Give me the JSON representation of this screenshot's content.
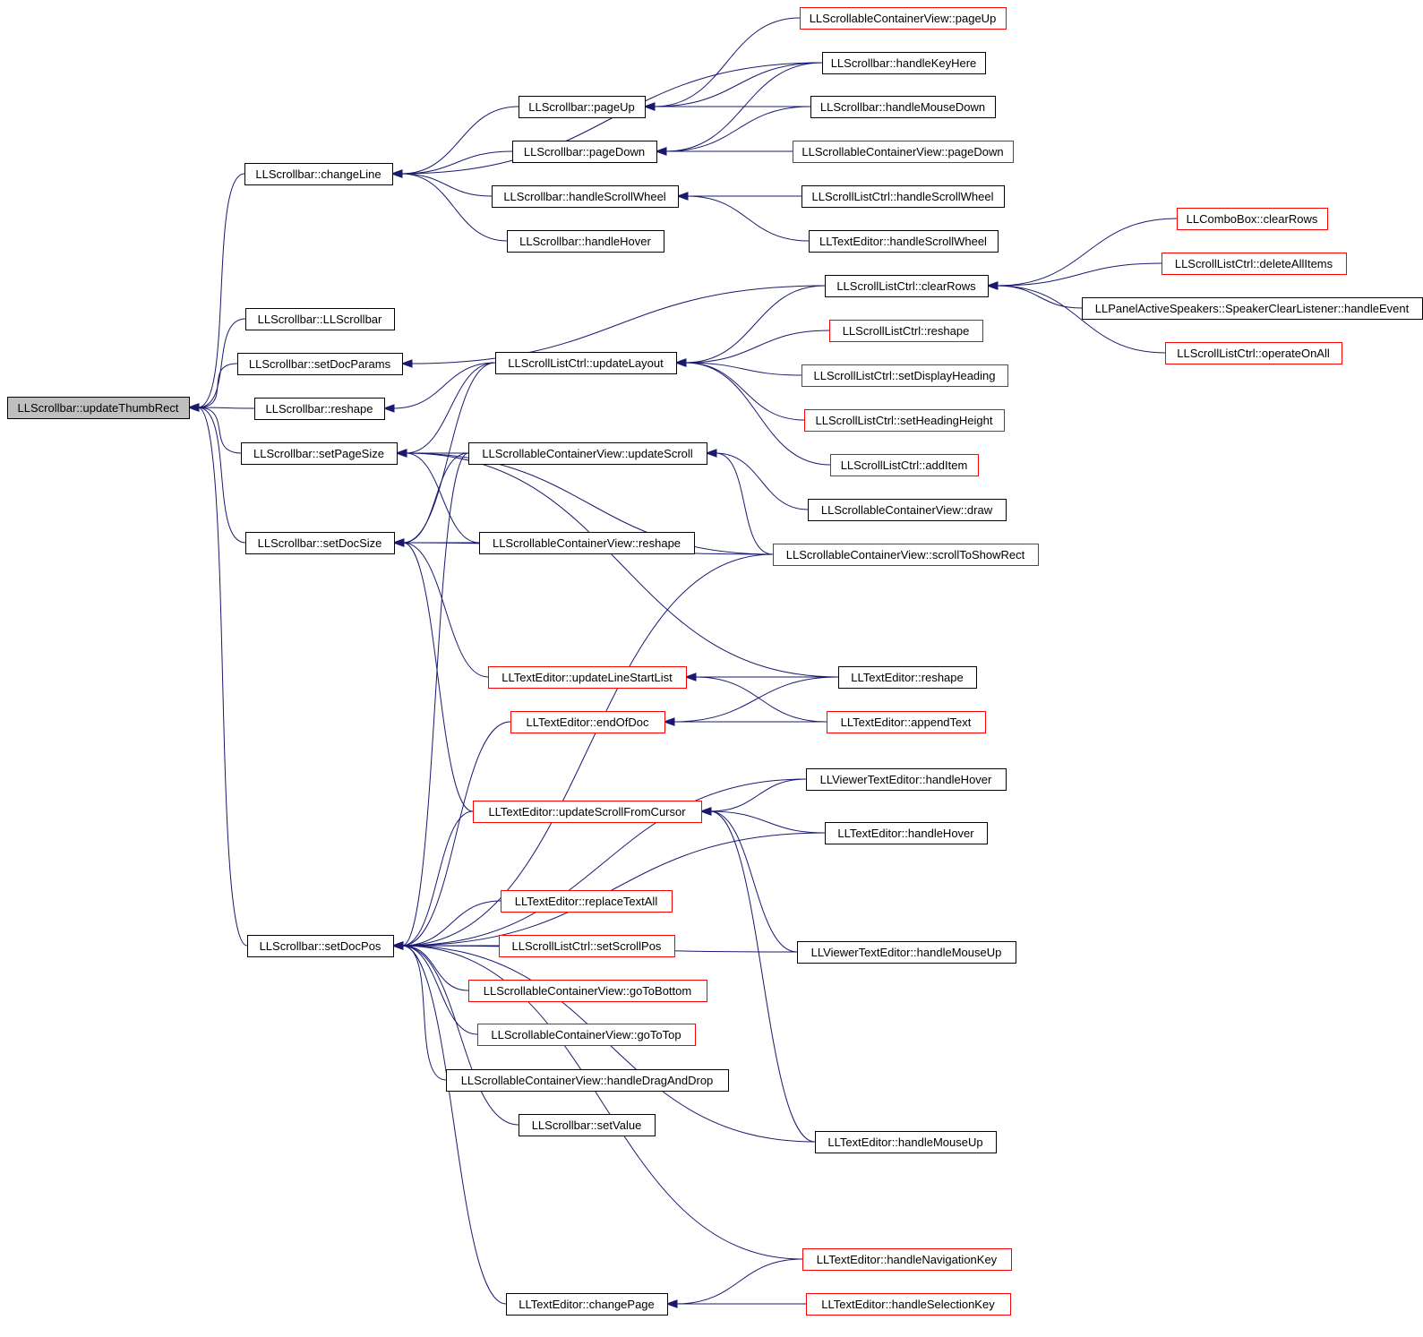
{
  "graph": {
    "colors": {
      "edge": "#191970",
      "border_normal": "#000000",
      "border_truncated": "#ff0000",
      "root_fill": "#bfbfbf",
      "fill": "#ffffff"
    },
    "nodes": [
      {
        "id": "n0",
        "label": "LLScrollbar::updateThumbRect",
        "style": "root"
      },
      {
        "id": "n1",
        "label": "LLScrollbar::changeLine",
        "style": "normal"
      },
      {
        "id": "n2",
        "label": "LLScrollbar::pageUp",
        "style": "normal"
      },
      {
        "id": "n3",
        "label": "LLScrollableContainerView::pageUp",
        "style": "truncated"
      },
      {
        "id": "n4",
        "label": "LLScrollbar::handleKeyHere",
        "style": "normal"
      },
      {
        "id": "n5",
        "label": "LLScrollbar::handleMouseDown",
        "style": "normal"
      },
      {
        "id": "n6",
        "label": "LLScrollbar::pageDown",
        "style": "normal"
      },
      {
        "id": "n7",
        "label": "LLScrollableContainerView::pageDown",
        "style": "truncated"
      },
      {
        "id": "n8",
        "label": "LLScrollbar::handleScrollWheel",
        "style": "normal"
      },
      {
        "id": "n9",
        "label": "LLScrollListCtrl::handleScrollWheel",
        "style": "normal"
      },
      {
        "id": "n10",
        "label": "LLTextEditor::handleScrollWheel",
        "style": "normal"
      },
      {
        "id": "n11",
        "label": "LLScrollbar::handleHover",
        "style": "normal"
      },
      {
        "id": "n12",
        "label": "LLScrollbar::LLScrollbar",
        "style": "normal"
      },
      {
        "id": "n13",
        "label": "LLScrollbar::setDocParams",
        "style": "normal"
      },
      {
        "id": "n14",
        "label": "LLScrollListCtrl::clearRows",
        "style": "normal"
      },
      {
        "id": "n15",
        "label": "LLComboBox::clearRows",
        "style": "truncated"
      },
      {
        "id": "n16",
        "label": "LLScrollListCtrl::deleteAllItems",
        "style": "truncated"
      },
      {
        "id": "n17",
        "label": "LLPanelActiveSpeakers::SpeakerClearListener::handleEvent",
        "style": "normal"
      },
      {
        "id": "n18",
        "label": "LLScrollListCtrl::operateOnAll",
        "style": "truncated"
      },
      {
        "id": "n19",
        "label": "LLScrollbar::reshape",
        "style": "normal"
      },
      {
        "id": "n20",
        "label": "LLScrollListCtrl::updateLayout",
        "style": "normal"
      },
      {
        "id": "n21",
        "label": "LLScrollListCtrl::reshape",
        "style": "truncated"
      },
      {
        "id": "n22",
        "label": "LLScrollListCtrl::setDisplayHeading",
        "style": "truncated"
      },
      {
        "id": "n23",
        "label": "LLScrollListCtrl::setHeadingHeight",
        "style": "truncated"
      },
      {
        "id": "n24",
        "label": "LLScrollListCtrl::addItem",
        "style": "truncated"
      },
      {
        "id": "n25",
        "label": "LLScrollbar::setPageSize",
        "style": "normal"
      },
      {
        "id": "n26",
        "label": "LLScrollableContainerView::updateScroll",
        "style": "normal"
      },
      {
        "id": "n27",
        "label": "LLScrollableContainerView::draw",
        "style": "normal"
      },
      {
        "id": "n28",
        "label": "LLScrollbar::setDocSize",
        "style": "normal"
      },
      {
        "id": "n29",
        "label": "LLScrollableContainerView::reshape",
        "style": "normal"
      },
      {
        "id": "n30",
        "label": "LLScrollableContainerView::scrollToShowRect",
        "style": "truncated"
      },
      {
        "id": "n31",
        "label": "LLTextEditor::updateLineStartList",
        "style": "truncated"
      },
      {
        "id": "n32",
        "label": "LLTextEditor::reshape",
        "style": "normal"
      },
      {
        "id": "n33",
        "label": "LLTextEditor::endOfDoc",
        "style": "truncated"
      },
      {
        "id": "n34",
        "label": "LLTextEditor::appendText",
        "style": "truncated"
      },
      {
        "id": "n35",
        "label": "LLViewerTextEditor::handleHover",
        "style": "normal"
      },
      {
        "id": "n36",
        "label": "LLTextEditor::updateScrollFromCursor",
        "style": "truncated"
      },
      {
        "id": "n37",
        "label": "LLTextEditor::handleHover",
        "style": "normal"
      },
      {
        "id": "n38",
        "label": "LLTextEditor::replaceTextAll",
        "style": "truncated"
      },
      {
        "id": "n39",
        "label": "LLScrollbar::setDocPos",
        "style": "normal"
      },
      {
        "id": "n40",
        "label": "LLScrollListCtrl::setScrollPos",
        "style": "truncated"
      },
      {
        "id": "n41",
        "label": "LLViewerTextEditor::handleMouseUp",
        "style": "normal"
      },
      {
        "id": "n42",
        "label": "LLScrollableContainerView::goToBottom",
        "style": "truncated"
      },
      {
        "id": "n43",
        "label": "LLScrollableContainerView::goToTop",
        "style": "truncated"
      },
      {
        "id": "n44",
        "label": "LLScrollableContainerView::handleDragAndDrop",
        "style": "normal"
      },
      {
        "id": "n45",
        "label": "LLScrollbar::setValue",
        "style": "normal"
      },
      {
        "id": "n46",
        "label": "LLTextEditor::handleMouseUp",
        "style": "normal"
      },
      {
        "id": "n47",
        "label": "LLTextEditor::handleNavigationKey",
        "style": "truncated"
      },
      {
        "id": "n48",
        "label": "LLTextEditor::changePage",
        "style": "normal"
      },
      {
        "id": "n49",
        "label": "LLTextEditor::handleSelectionKey",
        "style": "truncated"
      }
    ],
    "edges": [
      [
        "n1",
        "n0"
      ],
      [
        "n12",
        "n0"
      ],
      [
        "n13",
        "n0"
      ],
      [
        "n19",
        "n0"
      ],
      [
        "n25",
        "n0"
      ],
      [
        "n28",
        "n0"
      ],
      [
        "n39",
        "n0"
      ],
      [
        "n2",
        "n1"
      ],
      [
        "n4",
        "n1"
      ],
      [
        "n6",
        "n1"
      ],
      [
        "n8",
        "n1"
      ],
      [
        "n11",
        "n1"
      ],
      [
        "n3",
        "n2"
      ],
      [
        "n4",
        "n2"
      ],
      [
        "n5",
        "n2"
      ],
      [
        "n4",
        "n6"
      ],
      [
        "n5",
        "n6"
      ],
      [
        "n7",
        "n6"
      ],
      [
        "n9",
        "n8"
      ],
      [
        "n10",
        "n8"
      ],
      [
        "n14",
        "n13"
      ],
      [
        "n15",
        "n14"
      ],
      [
        "n16",
        "n14"
      ],
      [
        "n17",
        "n14"
      ],
      [
        "n18",
        "n14"
      ],
      [
        "n20",
        "n19"
      ],
      [
        "n14",
        "n20"
      ],
      [
        "n21",
        "n20"
      ],
      [
        "n22",
        "n20"
      ],
      [
        "n23",
        "n20"
      ],
      [
        "n24",
        "n20"
      ],
      [
        "n20",
        "n25"
      ],
      [
        "n26",
        "n25"
      ],
      [
        "n29",
        "n25"
      ],
      [
        "n30",
        "n25"
      ],
      [
        "n32",
        "n25"
      ],
      [
        "n27",
        "n26"
      ],
      [
        "n30",
        "n26"
      ],
      [
        "n20",
        "n28"
      ],
      [
        "n26",
        "n28"
      ],
      [
        "n29",
        "n28"
      ],
      [
        "n30",
        "n28"
      ],
      [
        "n31",
        "n28"
      ],
      [
        "n36",
        "n28"
      ],
      [
        "n32",
        "n31"
      ],
      [
        "n34",
        "n31"
      ],
      [
        "n32",
        "n33"
      ],
      [
        "n34",
        "n33"
      ],
      [
        "n35",
        "n36"
      ],
      [
        "n37",
        "n36"
      ],
      [
        "n41",
        "n36"
      ],
      [
        "n46",
        "n36"
      ],
      [
        "n26",
        "n39"
      ],
      [
        "n30",
        "n39"
      ],
      [
        "n33",
        "n39"
      ],
      [
        "n35",
        "n39"
      ],
      [
        "n36",
        "n39"
      ],
      [
        "n37",
        "n39"
      ],
      [
        "n38",
        "n39"
      ],
      [
        "n40",
        "n39"
      ],
      [
        "n41",
        "n39"
      ],
      [
        "n42",
        "n39"
      ],
      [
        "n43",
        "n39"
      ],
      [
        "n44",
        "n39"
      ],
      [
        "n45",
        "n39"
      ],
      [
        "n46",
        "n39"
      ],
      [
        "n47",
        "n39"
      ],
      [
        "n48",
        "n39"
      ],
      [
        "n47",
        "n48"
      ],
      [
        "n49",
        "n48"
      ]
    ]
  }
}
